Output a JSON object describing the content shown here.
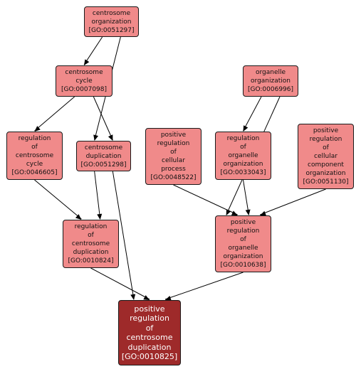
{
  "graph": {
    "colors": {
      "node_fill": "#f08a8a",
      "focus_fill": "#9e2a2a",
      "edge": "#000000"
    },
    "nodes": [
      {
        "id": "GO:0051297",
        "lines": [
          "centrosome",
          "organization",
          "[GO:0051297]"
        ]
      },
      {
        "id": "GO:0007098",
        "lines": [
          "centrosome",
          "cycle",
          "[GO:0007098]"
        ]
      },
      {
        "id": "GO:0006996",
        "lines": [
          "organelle",
          "organization",
          "[GO:0006996]"
        ]
      },
      {
        "id": "GO:0046605",
        "lines": [
          "regulation",
          "of",
          "centrosome",
          "cycle",
          "[GO:0046605]"
        ]
      },
      {
        "id": "GO:0051298",
        "lines": [
          "centrosome",
          "duplication",
          "[GO:0051298]"
        ]
      },
      {
        "id": "GO:0048522",
        "lines": [
          "positive",
          "regulation",
          "of",
          "cellular",
          "process",
          "[GO:0048522]"
        ]
      },
      {
        "id": "GO:0033043",
        "lines": [
          "regulation",
          "of",
          "organelle",
          "organization",
          "[GO:0033043]"
        ]
      },
      {
        "id": "GO:0051130",
        "lines": [
          "positive",
          "regulation",
          "of",
          "cellular",
          "component",
          "organization",
          "[GO:0051130]"
        ]
      },
      {
        "id": "GO:0010824",
        "lines": [
          "regulation",
          "of",
          "centrosome",
          "duplication",
          "[GO:0010824]"
        ]
      },
      {
        "id": "GO:0010638",
        "lines": [
          "positive",
          "regulation",
          "of",
          "organelle",
          "organization",
          "[GO:0010638]"
        ]
      },
      {
        "id": "GO:0010825",
        "lines": [
          "positive",
          "regulation",
          "of",
          "centrosome",
          "duplication",
          "[GO:0010825]"
        ],
        "focus": true
      }
    ],
    "edges": [
      [
        "GO:0051297",
        "GO:0007098"
      ],
      [
        "GO:0051297",
        "GO:0051298"
      ],
      [
        "GO:0007098",
        "GO:0046605"
      ],
      [
        "GO:0007098",
        "GO:0051298"
      ],
      [
        "GO:0006996",
        "GO:0033043"
      ],
      [
        "GO:0006996",
        "GO:0010638"
      ],
      [
        "GO:0046605",
        "GO:0010824"
      ],
      [
        "GO:0051298",
        "GO:0010824"
      ],
      [
        "GO:0051298",
        "GO:0010825"
      ],
      [
        "GO:0048522",
        "GO:0010638"
      ],
      [
        "GO:0033043",
        "GO:0010638"
      ],
      [
        "GO:0051130",
        "GO:0010638"
      ],
      [
        "GO:0010824",
        "GO:0010825"
      ],
      [
        "GO:0010638",
        "GO:0010825"
      ]
    ]
  }
}
